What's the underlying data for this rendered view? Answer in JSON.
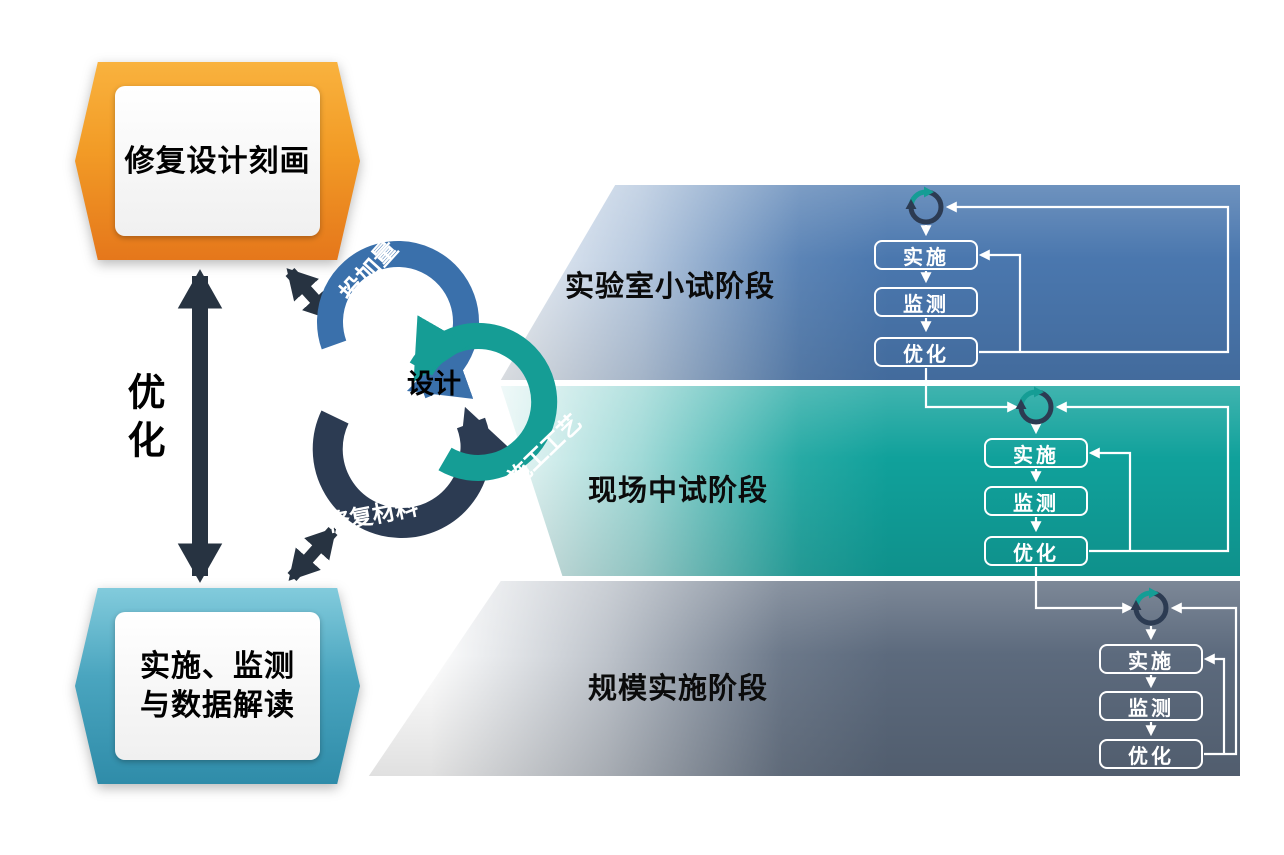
{
  "palette": {
    "band_blue": "#4A77AE",
    "band_teal": "#10A19B",
    "band_slate": "#5C6A7D",
    "cycle_blue": "#3A70AB",
    "cycle_teal": "#159D95",
    "cycle_navy": "#2C3B52",
    "plaque_orange": "#F29B26",
    "plaque_cyan": "#4AA5BF",
    "arrow_dark": "#273341"
  },
  "left_column": {
    "top_box_label": "修复设计刻画",
    "bottom_box_line1": "实施、监测",
    "bottom_box_line2": "与数据解读",
    "optimize_label": "优化"
  },
  "cycle": {
    "center_label": "设计",
    "arc_labels": {
      "blue": "投加量",
      "teal": "施工工艺",
      "navy": "修复材料"
    }
  },
  "bands": [
    {
      "label": "实验室小试阶段",
      "steps": [
        "实施",
        "监测",
        "优化"
      ]
    },
    {
      "label": "现场中试阶段",
      "steps": [
        "实施",
        "监测",
        "优化"
      ]
    },
    {
      "label": "规模实施阶段",
      "steps": [
        "实施",
        "监测",
        "优化"
      ]
    }
  ]
}
